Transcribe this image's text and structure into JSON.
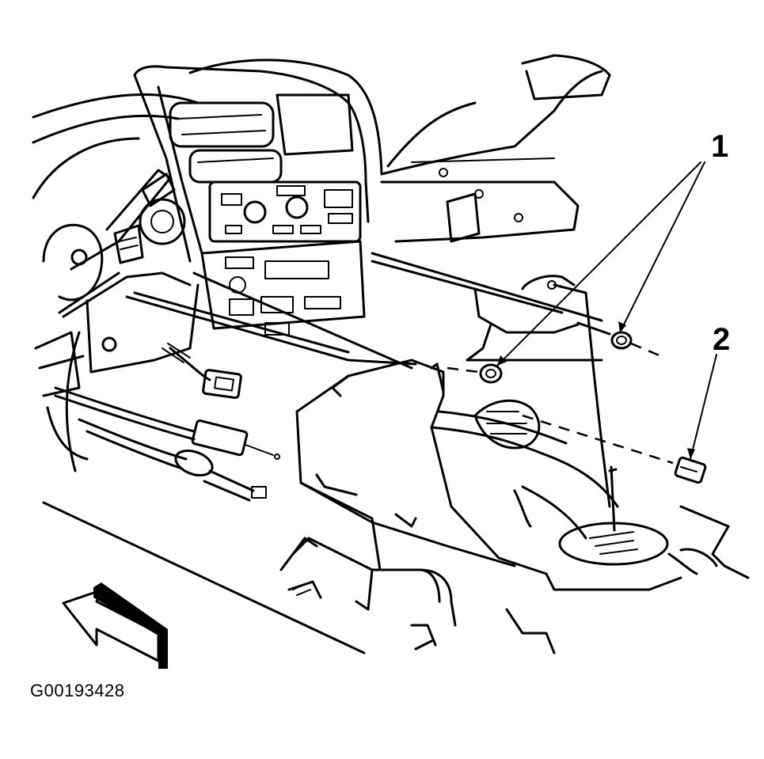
{
  "callouts": [
    {
      "label": "1",
      "part": "nut"
    },
    {
      "label": "2",
      "part": "bolt"
    }
  ],
  "figure_id": "G00193428",
  "direction_arrow": "front-of-vehicle-arrow"
}
